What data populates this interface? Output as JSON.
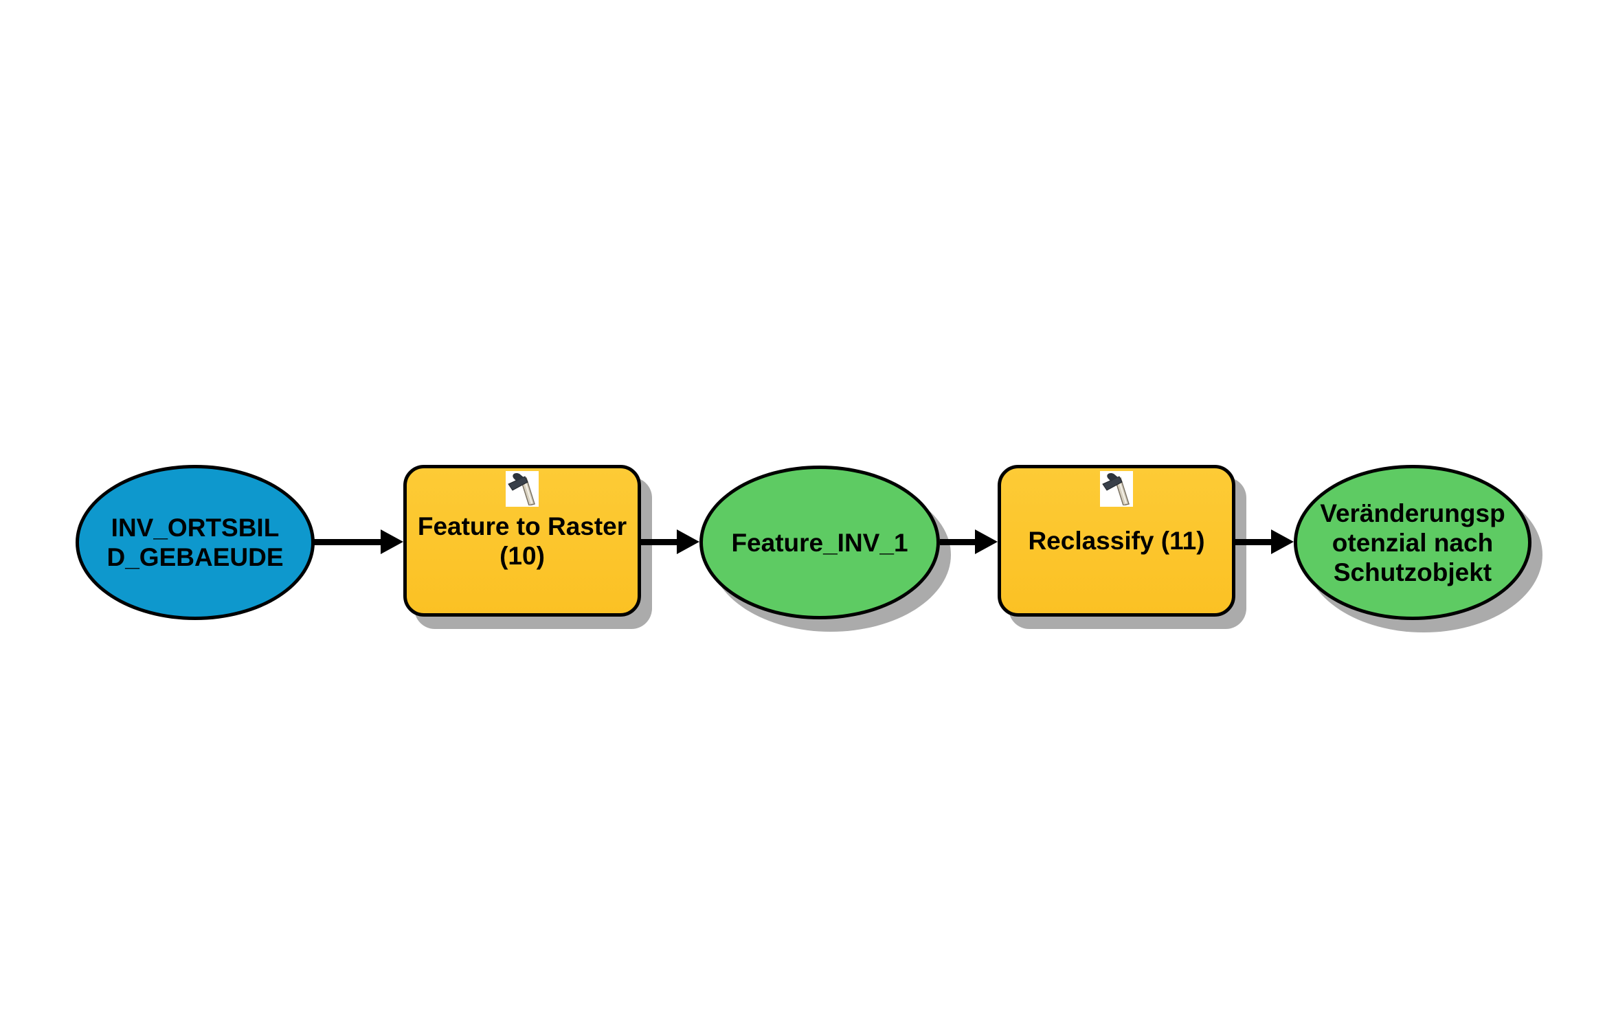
{
  "diagram": {
    "application": "model-builder-flowchart",
    "background_color": "#FFFFFF",
    "colors": {
      "input_data_fill": "#0E98CD",
      "tool_fill": "#FCC62B",
      "derived_data_fill": "#5ECB63",
      "node_border": "#000000",
      "shadow": "#ABABAB",
      "connector": "#000000"
    },
    "nodes": [
      {
        "id": "input",
        "kind": "input-data",
        "shape": "ellipse",
        "label": "INV_ORTSBILD_GEBAEUDE",
        "label_lines": [
          "INV_ORTSBIL",
          "D_GEBAEUDE"
        ],
        "fill": "#0E98CD",
        "icon": null,
        "shadow": false
      },
      {
        "id": "tool1",
        "kind": "tool",
        "shape": "rounded-rect",
        "label": "Feature to Raster (10)",
        "label_lines": [
          "Feature to Raster",
          "(10)"
        ],
        "fill": "#FCC62B",
        "icon": "hammer-icon",
        "shadow": true
      },
      {
        "id": "data1",
        "kind": "derived-data",
        "shape": "ellipse",
        "label": "Feature_INV_1",
        "label_lines": [
          "Feature_INV_1"
        ],
        "fill": "#5ECB63",
        "icon": null,
        "shadow": true
      },
      {
        "id": "tool2",
        "kind": "tool",
        "shape": "rounded-rect",
        "label": "Reclassify (11)",
        "label_lines": [
          "Reclassify (11)"
        ],
        "fill": "#FCC62B",
        "icon": "hammer-icon",
        "shadow": true
      },
      {
        "id": "output",
        "kind": "derived-data",
        "shape": "ellipse",
        "label": "Veränderungspotenzial nach Schutzobjekt",
        "label_lines": [
          "Veränderungsp",
          "otenzial nach",
          "Schutzobjekt"
        ],
        "fill": "#5ECB63",
        "icon": null,
        "shadow": true
      }
    ],
    "connectors": [
      {
        "from": "input",
        "to": "tool1"
      },
      {
        "from": "tool1",
        "to": "data1"
      },
      {
        "from": "data1",
        "to": "tool2"
      },
      {
        "from": "tool2",
        "to": "output"
      }
    ]
  }
}
